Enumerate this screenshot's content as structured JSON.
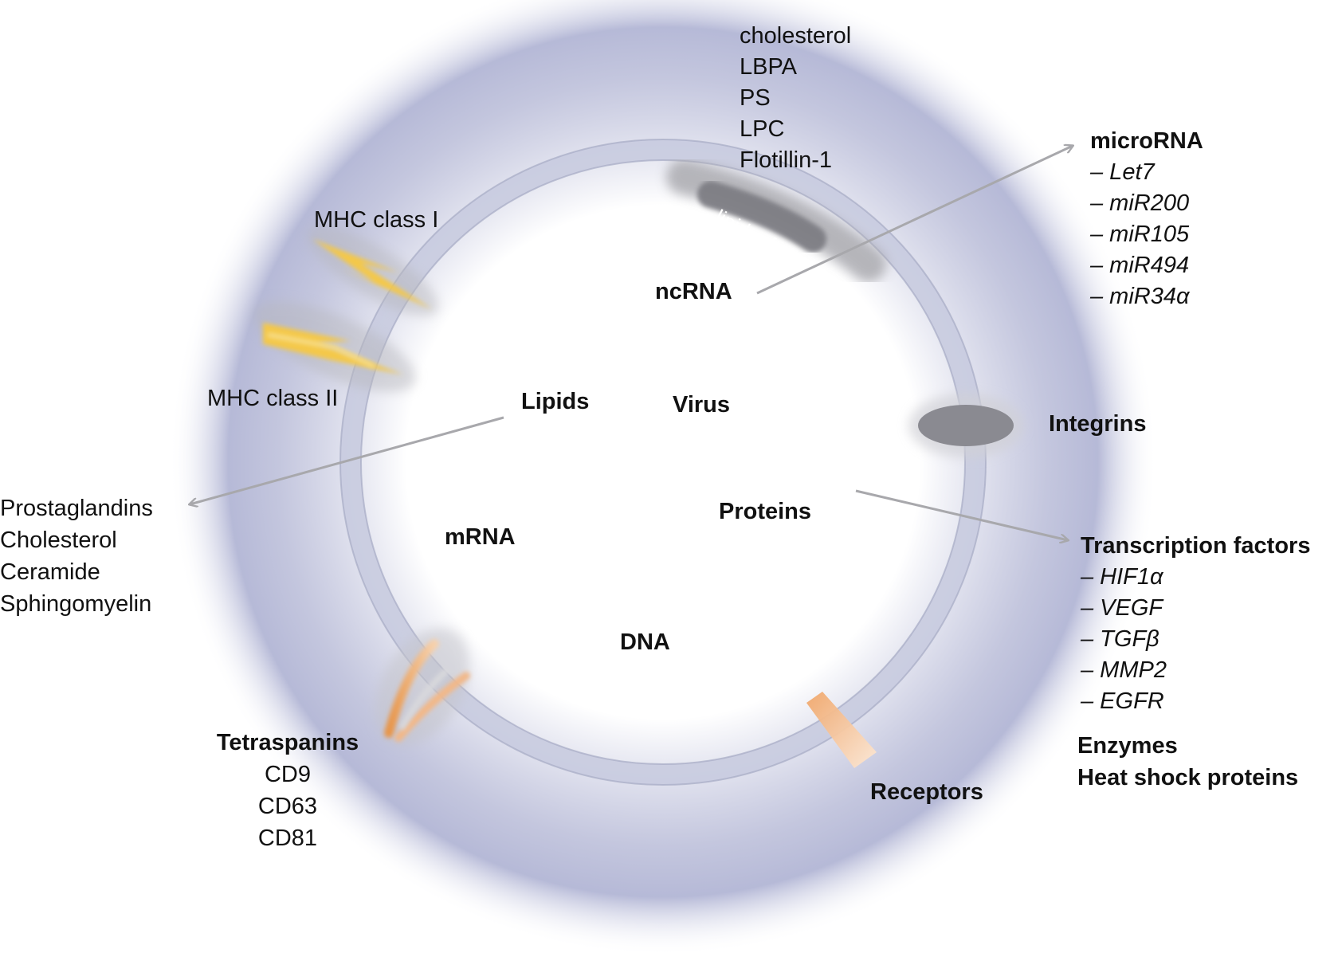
{
  "labels": {
    "virus": "Virus",
    "ncrna": "ncRNA",
    "lipids": "Lipids",
    "mrna": "mRNA",
    "proteins": "Proteins",
    "dna": "DNA",
    "integrins": "Integrins",
    "receptors": "Receptors",
    "mhc_class_1": "MHC class I",
    "mhc_class_2": "MHC class II",
    "lipid_raft": "lipid raft"
  },
  "raft_components": [
    "cholesterol",
    "LBPA",
    "PS",
    "LPC",
    "Flotillin-1"
  ],
  "microrna": {
    "title": "microRNA",
    "items": [
      "– Let7",
      "– miR200",
      "– miR105",
      "– miR494",
      "– miR34α"
    ]
  },
  "lipid_list": [
    "Prostaglandins",
    "Cholesterol",
    "Ceramide",
    "Sphingomyelin"
  ],
  "tetraspanins": {
    "title": "Tetraspanins",
    "items": [
      "CD9",
      "CD63",
      "CD81"
    ]
  },
  "transcription_factors": {
    "title": "Transcription factors",
    "items": [
      "– HIF1α",
      "– VEGF",
      "– TGFβ",
      "– MMP2",
      "– EGFR"
    ]
  },
  "other_proteins": [
    "Enzymes",
    "Heat shock proteins"
  ],
  "colors": {
    "halo": "#a9add0",
    "membrane": "#c2c6dc",
    "mhc": "#f4c84a",
    "raft": "#8e8e93",
    "integrin": "#8a8a91",
    "receptor": "#f0a66a",
    "tetraspanin": "#e7954a",
    "arrow": "#a8a8ac"
  }
}
